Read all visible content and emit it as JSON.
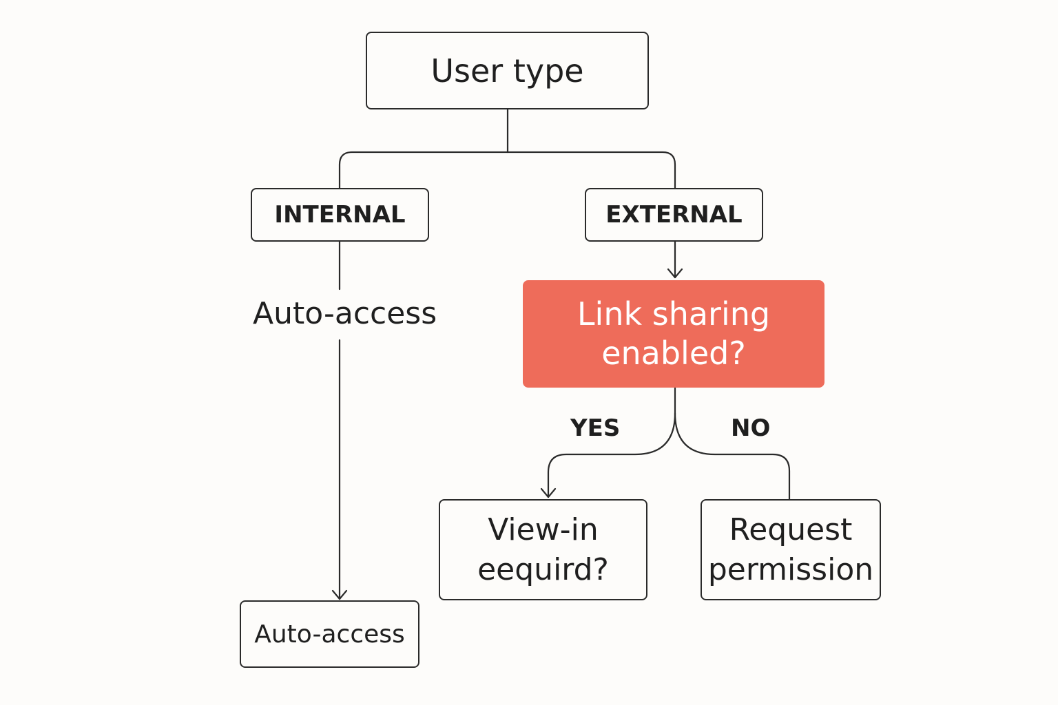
{
  "diagram": {
    "root": {
      "label": "User type"
    },
    "branches": {
      "internal": {
        "label": "INTERNAL",
        "edge_label": "Auto-access",
        "outcome": "Auto-access"
      },
      "external": {
        "label": "EXTERNAL",
        "decision": {
          "line1": "Link sharing",
          "line2": "enabled?"
        },
        "yes_label": "YES",
        "no_label": "NO",
        "yes_outcome": {
          "line1": "View-in",
          "line2": "eequird?"
        },
        "no_outcome": {
          "line1": "Request",
          "line2": "permission"
        }
      }
    },
    "colors": {
      "decision_fill": "#ee6c5a",
      "line": "#2a2a2a",
      "background": "#fdfcfa"
    }
  }
}
